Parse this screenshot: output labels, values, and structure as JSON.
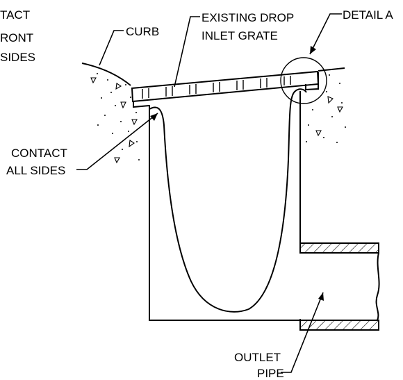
{
  "labels": {
    "contact_front_line1": "TACT",
    "contact_front_line2": "RONT",
    "contact_front_line3": "SIDES",
    "curb": "CURB",
    "grate_line1": "EXISTING DROP",
    "grate_line2": "INLET GRATE",
    "detail": "DETAIL A",
    "contact_all_line1": "CONTACT",
    "contact_all_line2": "ALL SIDES",
    "outlet_line1": "OUTLET",
    "outlet_line2": "PIPE"
  }
}
